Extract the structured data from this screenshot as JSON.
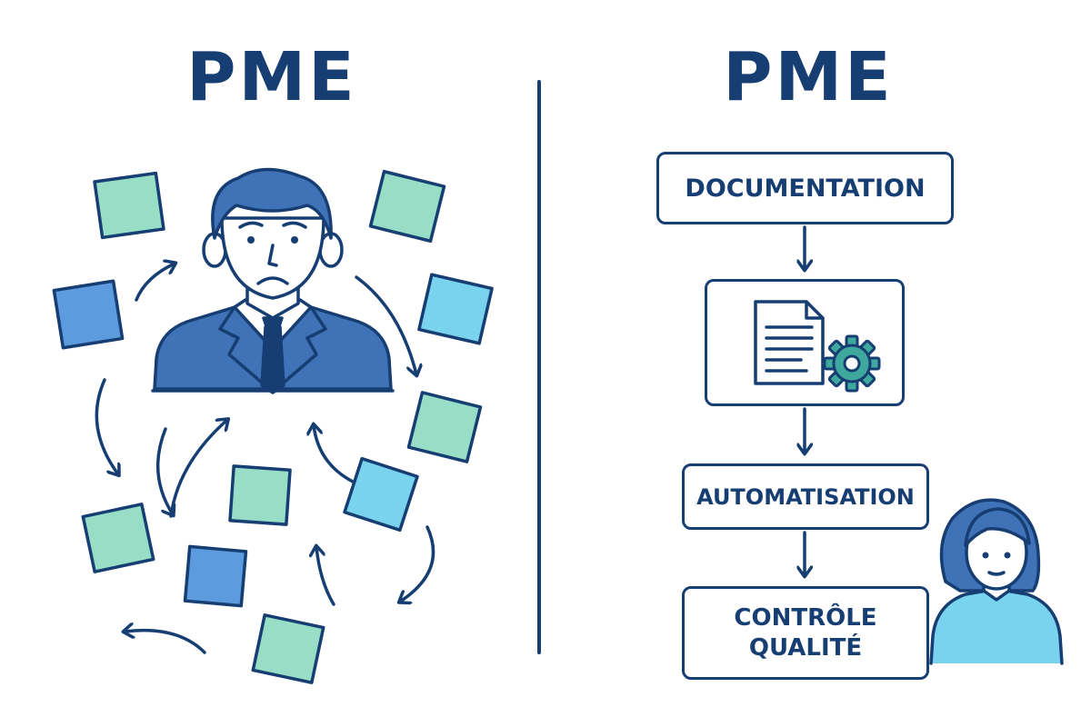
{
  "left_panel": {
    "title": "PME"
  },
  "right_panel": {
    "title": "PME",
    "steps": {
      "documentation": "DOCUMENTATION",
      "automatisation": "AUTOMATISATION",
      "controle_line1": "CONTRÔLE",
      "controle_line2": "QUALITÉ"
    }
  },
  "colors": {
    "navy": "#163E73",
    "blue": "#3F72B6",
    "bright_blue": "#5D9BDF",
    "teal": "#3FA89C",
    "mint": "#98DEC6",
    "sky": "#79D2EE"
  },
  "icons": [
    "worried-man-icon",
    "document-icon",
    "gear-icon",
    "woman-icon",
    "arrow-icon"
  ]
}
